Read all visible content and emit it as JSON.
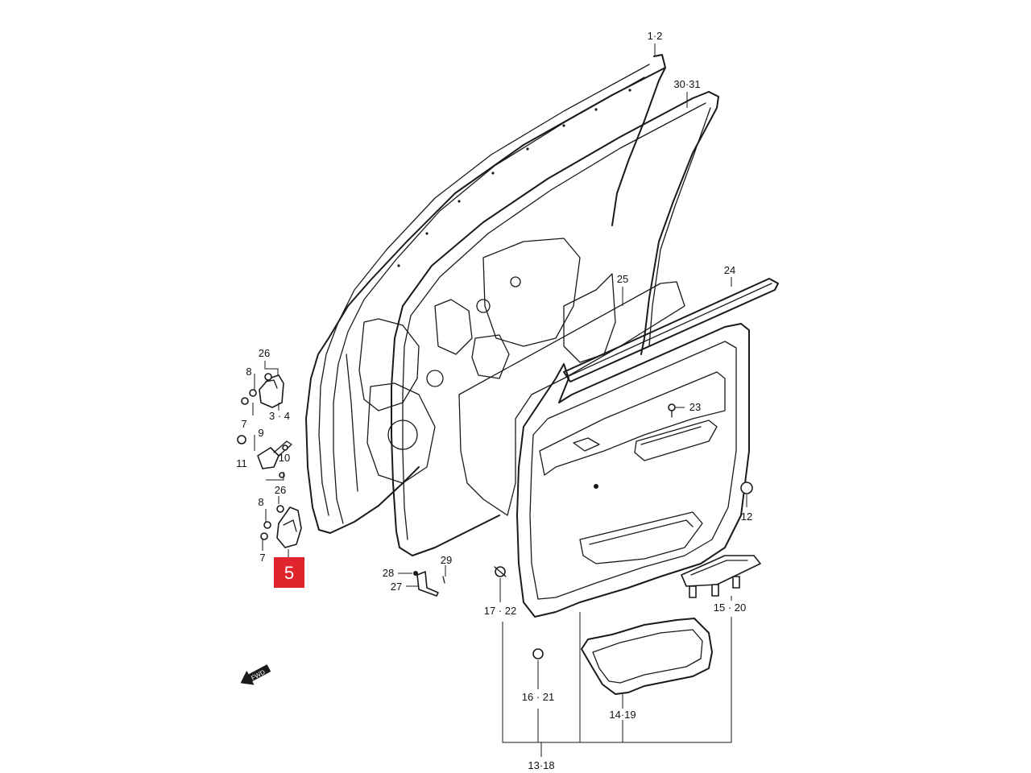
{
  "labels": {
    "l_1_2": "1·2",
    "l_30_31": "30·31",
    "l_25": "25",
    "l_24": "24",
    "l_23": "23",
    "l_12": "12",
    "l_26a": "26",
    "l_8a": "8",
    "l_7a": "7",
    "l_3_4": "3 · 4",
    "l_9": "9",
    "l_11": "11",
    "l_10": "10",
    "l_26b": "26",
    "l_8b": "8",
    "l_7b": "7",
    "l_28": "28",
    "l_29": "29",
    "l_27": "27",
    "l_17_22": "17 · 22",
    "l_16_21": "16 · 21",
    "l_14_19": "14·19",
    "l_15_20": "15 · 20",
    "l_13_18": "13·18"
  },
  "highlight": {
    "label": "5",
    "color": "#e0242c"
  },
  "fwd_icon": "fwd-arrow-icon"
}
